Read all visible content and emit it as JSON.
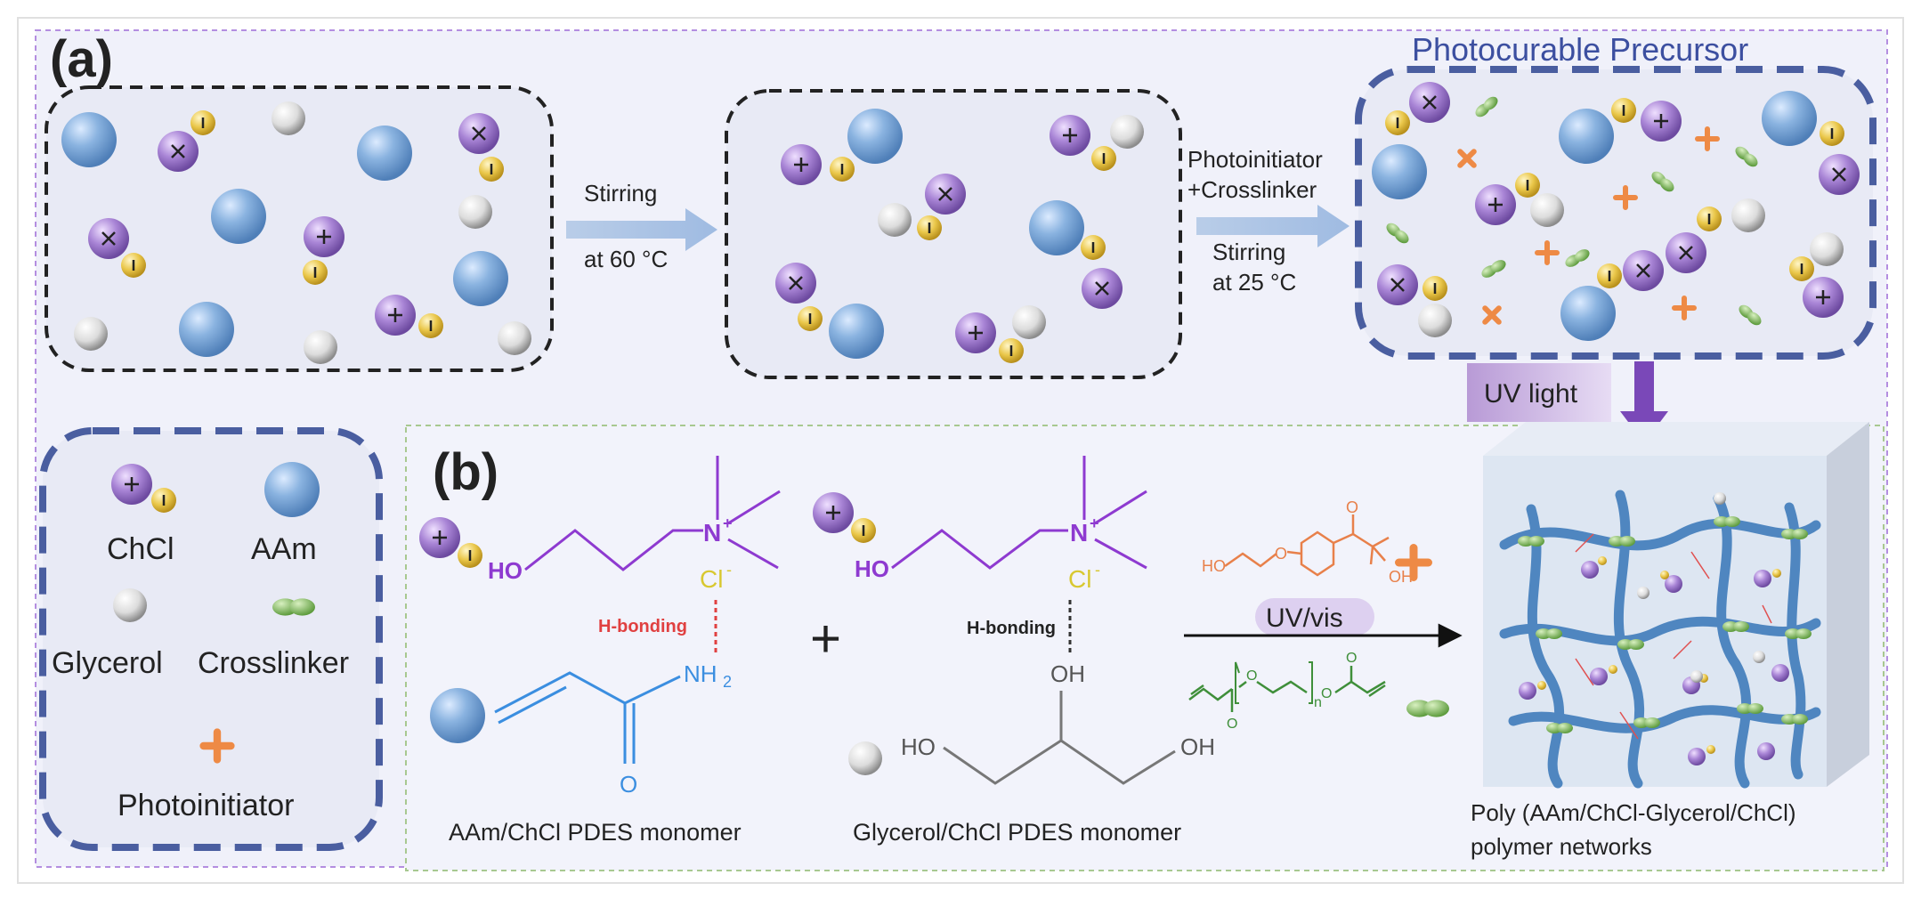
{
  "panel_a": {
    "label": "(a)",
    "step1_label_1": "Stirring",
    "step1_label_2": "at 60 °C",
    "step2_label_1": "Photoinitiator",
    "step2_label_2": "+Crosslinker",
    "step2_label_3": "Stirring",
    "step2_label_4": "at 25 °C",
    "precursor_title": "Photocurable Precursor",
    "uv_label": "UV light"
  },
  "legend": {
    "chcl": "ChCl",
    "aam": "AAm",
    "glycerol": "Glycerol",
    "crosslinker": "Crosslinker",
    "photoinitiator": "Photoinitiator"
  },
  "panel_b": {
    "label": "(b)",
    "ho_1": "HO",
    "n_plus_1": "N",
    "cl_1": "Cl",
    "hbond_1": "H-bonding",
    "nh2": "NH",
    "o_1": "O",
    "caption_1": "AAm/ChCl PDES monomer",
    "plus": "+",
    "ho_2": "HO",
    "n_plus_2": "N",
    "cl_2": "Cl",
    "hbond_2": "H-bonding",
    "oh_top": "OH",
    "ho_gly": "HO",
    "oh_gly": "OH",
    "caption_2": "Glycerol/ChCl PDES monomer",
    "uvvis": "UV/vis",
    "pi_ho": "HO",
    "pi_o1": "O",
    "pi_oh": "OH",
    "pi_o2": "O",
    "cl_o1": "O",
    "cl_o2": "O",
    "cl_o3": "O",
    "cl_o4": "O",
    "cl_n": "n",
    "product_1": "Poly (AAm/ChCl-Glycerol/ChCl)",
    "product_2": "polymer networks"
  },
  "colors": {
    "purple": "#8a5cc0",
    "blue_sphere": "#7aa6d6",
    "yellow": "#e8c23c",
    "orange": "#ee8a45",
    "green": "#7ab85a",
    "frame_blue": "#4a5ea0"
  }
}
